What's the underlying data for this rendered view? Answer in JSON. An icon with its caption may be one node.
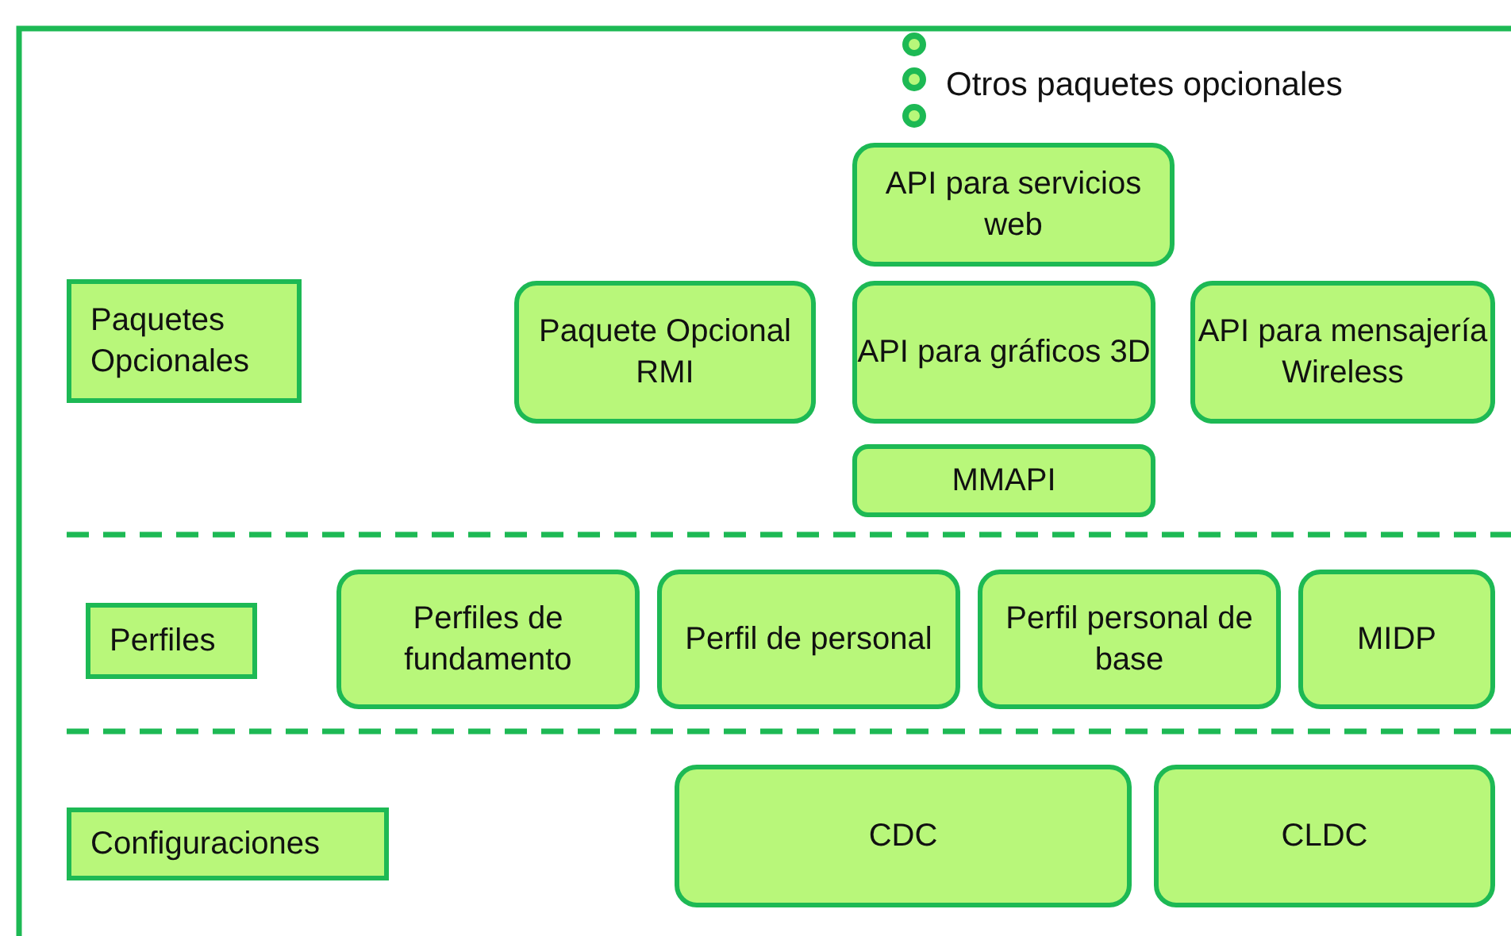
{
  "diagram": {
    "nodes": [
      {
        "text": [
          "Paquetes Opcionales"
        ]
      },
      {
        "text": [
          "Paquete Opcional RMI"
        ]
      },
      {
        "text": [
          "API para servicios web"
        ]
      },
      {
        "text": [
          "API para gráficos 3D"
        ]
      },
      {
        "text": [
          "API para mensajería Wireless"
        ]
      },
      {
        "text": [
          "MMAPI"
        ]
      },
      {
        "text": [
          "Perfiles"
        ]
      },
      {
        "text": [
          "Perfiles de fundamento"
        ]
      },
      {
        "text": [
          "Perfil de personal"
        ]
      },
      {
        "text": [
          "Perfil personal de base"
        ]
      },
      {
        "text": [
          "MIDP"
        ]
      },
      {
        "text": [
          "Configuraciones"
        ]
      },
      {
        "text": [
          "CDC"
        ]
      },
      {
        "text": [
          "CLDC"
        ]
      }
    ],
    "edges": [],
    "labels": [
      "Otros paquetes opcionales"
    ]
  }
}
